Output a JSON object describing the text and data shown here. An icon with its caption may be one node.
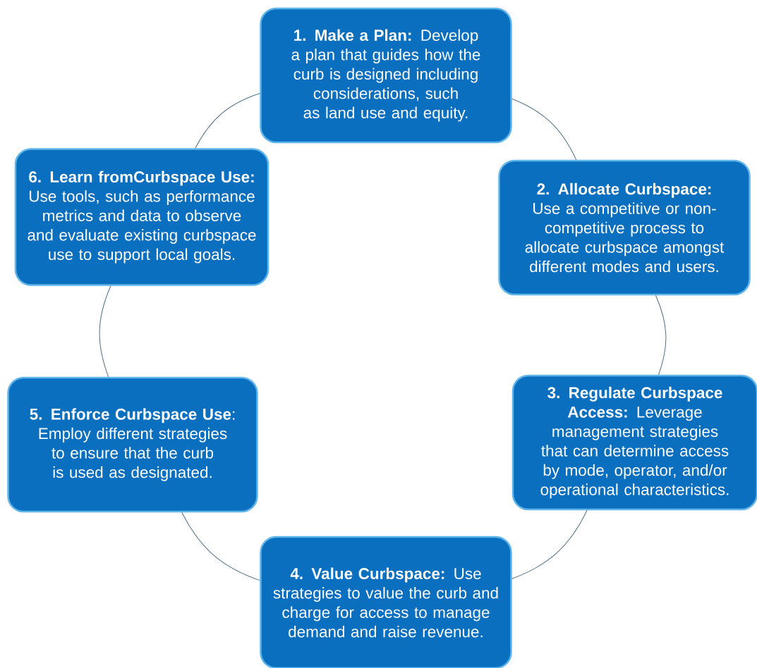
{
  "diagram": {
    "nodes": [
      {
        "text": [
          "**1. Make a Plan:** Develop a plan that guides how the curb is designed including considerations, such as land use and equity."
        ]
      },
      {
        "text": [
          "**2. Allocate Curbspace:** Use a competitive or non-competitive process to allocate curbspace amongst different modes and users."
        ]
      },
      {
        "text": [
          "**3. Regulate Curbspace Access:** Leverage management strategies that can determine access by mode, operator, and/or operational characteristics."
        ]
      },
      {
        "text": [
          "**4. Value Curbspace:** Use strategies to value the curb and charge for access to manage demand and raise revenue."
        ]
      },
      {
        "text": [
          "**5. Enforce Curbspace Use**: Employ different strategies to ensure that the curb is used as designated."
        ]
      },
      {
        "text": [
          "**6. Learn fromCurbspace Use:** Use tools, such as performance metrics and data to observe and evaluate existing curbspace use to support local goals."
        ]
      }
    ],
    "edges": [
      {
        "from": 0,
        "to": 1,
        "arrow": "none"
      },
      {
        "from": 1,
        "to": 2,
        "arrow": "none"
      },
      {
        "from": 2,
        "to": 3,
        "arrow": "none"
      },
      {
        "from": 3,
        "to": 4,
        "arrow": "none"
      },
      {
        "from": 4,
        "to": 5,
        "arrow": "none"
      },
      {
        "from": 5,
        "to": 0,
        "arrow": "none"
      }
    ]
  }
}
